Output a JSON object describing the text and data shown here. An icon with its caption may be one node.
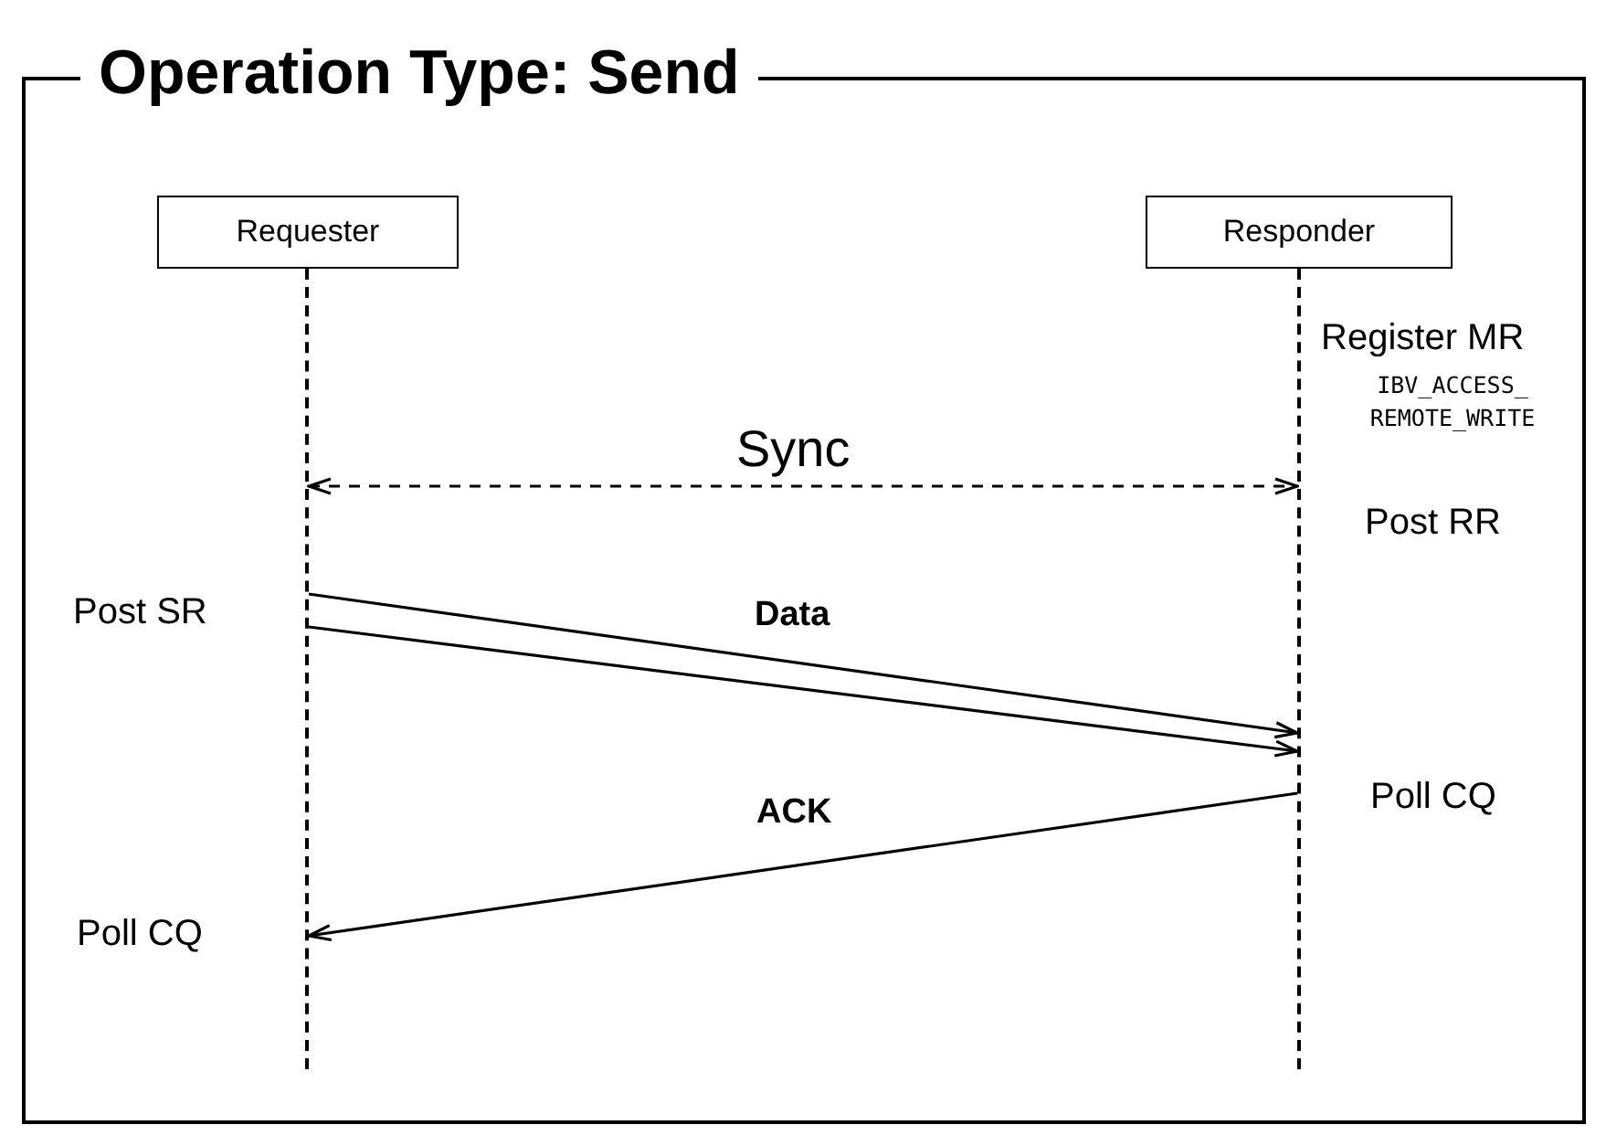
{
  "diagram": {
    "nodes": [
      {
        "text": [
          "Operation Type: Send"
        ]
      },
      {
        "text": [
          "Requester"
        ],
        "in": 0
      },
      {
        "text": [
          "Responder"
        ],
        "in": 0
      },
      {
        "text": [],
        "shape": "line",
        "in": 0
      },
      {
        "text": [],
        "shape": "line",
        "in": 0
      }
    ],
    "edges": [
      {
        "from": 3,
        "to": 4,
        "arrow": "both",
        "style": "dashed",
        "label": "Sync"
      },
      {
        "from": 3,
        "to": 4,
        "arrow": "to",
        "label": "Data"
      },
      {
        "from": 3,
        "to": 4,
        "arrow": "to"
      },
      {
        "from": 4,
        "to": 3,
        "arrow": "to",
        "label": "ACK"
      }
    ],
    "labels": [
      "Register MR",
      "IBV_ACCESS_ REMOTE_WRITE",
      "Post RR",
      "Post SR",
      "Poll CQ",
      "Poll CQ"
    ]
  }
}
